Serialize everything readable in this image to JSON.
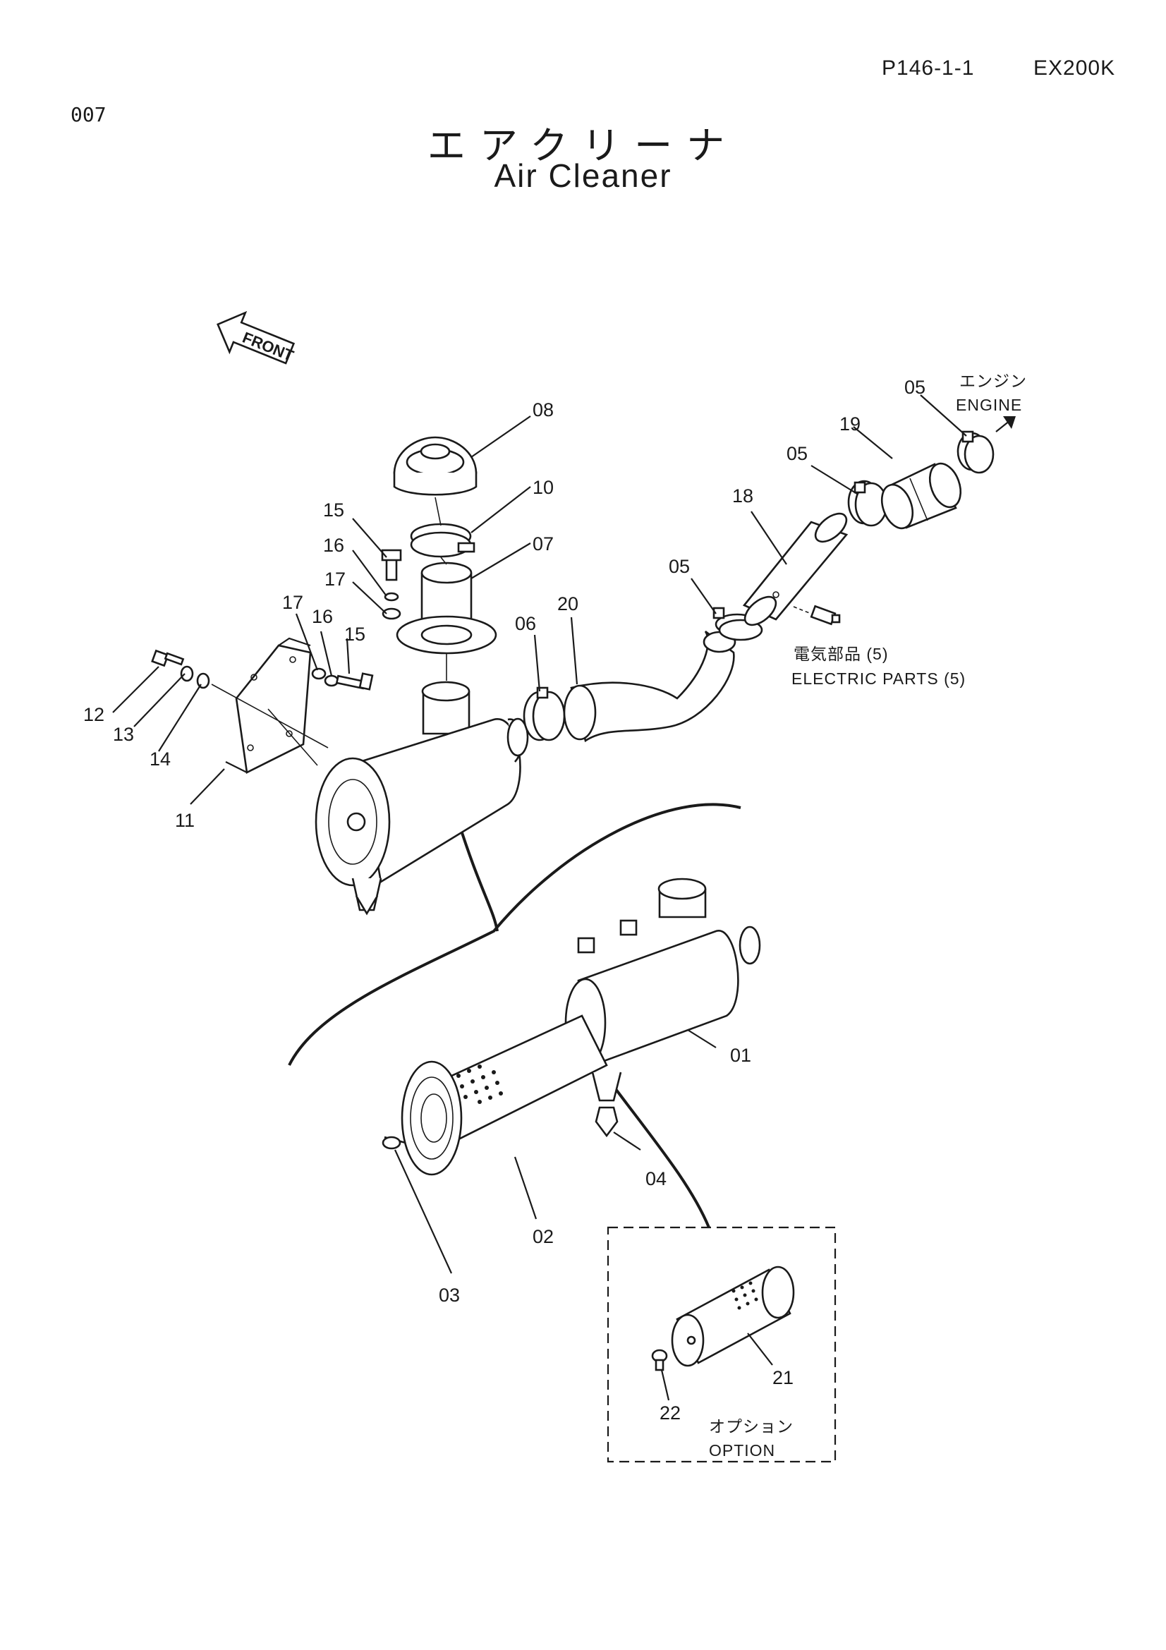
{
  "header": {
    "page_code": "P146-1-1",
    "model": "EX200K",
    "page_number": "007",
    "title_jp": "エアクリーナ",
    "title_en": "Air Cleaner"
  },
  "front_tag": "FRONT",
  "notes": {
    "engine_jp": "エンジン",
    "engine_en": "ENGINE",
    "electric_jp": "電気部品 (5)",
    "electric_en": "ELECTRIC PARTS (5)",
    "option_jp": "オプション",
    "option_en": "OPTION"
  },
  "callouts": {
    "c01": "01",
    "c02": "02",
    "c03": "03",
    "c04": "04",
    "c05a": "05",
    "c05b": "05",
    "c05c": "05",
    "c06": "06",
    "c07": "07",
    "c08": "08",
    "c10": "10",
    "c11": "11",
    "c12": "12",
    "c13": "13",
    "c14": "14",
    "c15a": "15",
    "c15b": "15",
    "c16a": "16",
    "c16b": "16",
    "c17a": "17",
    "c17b": "17",
    "c18": "18",
    "c19": "19",
    "c20": "20",
    "c21": "21",
    "c22": "22"
  }
}
